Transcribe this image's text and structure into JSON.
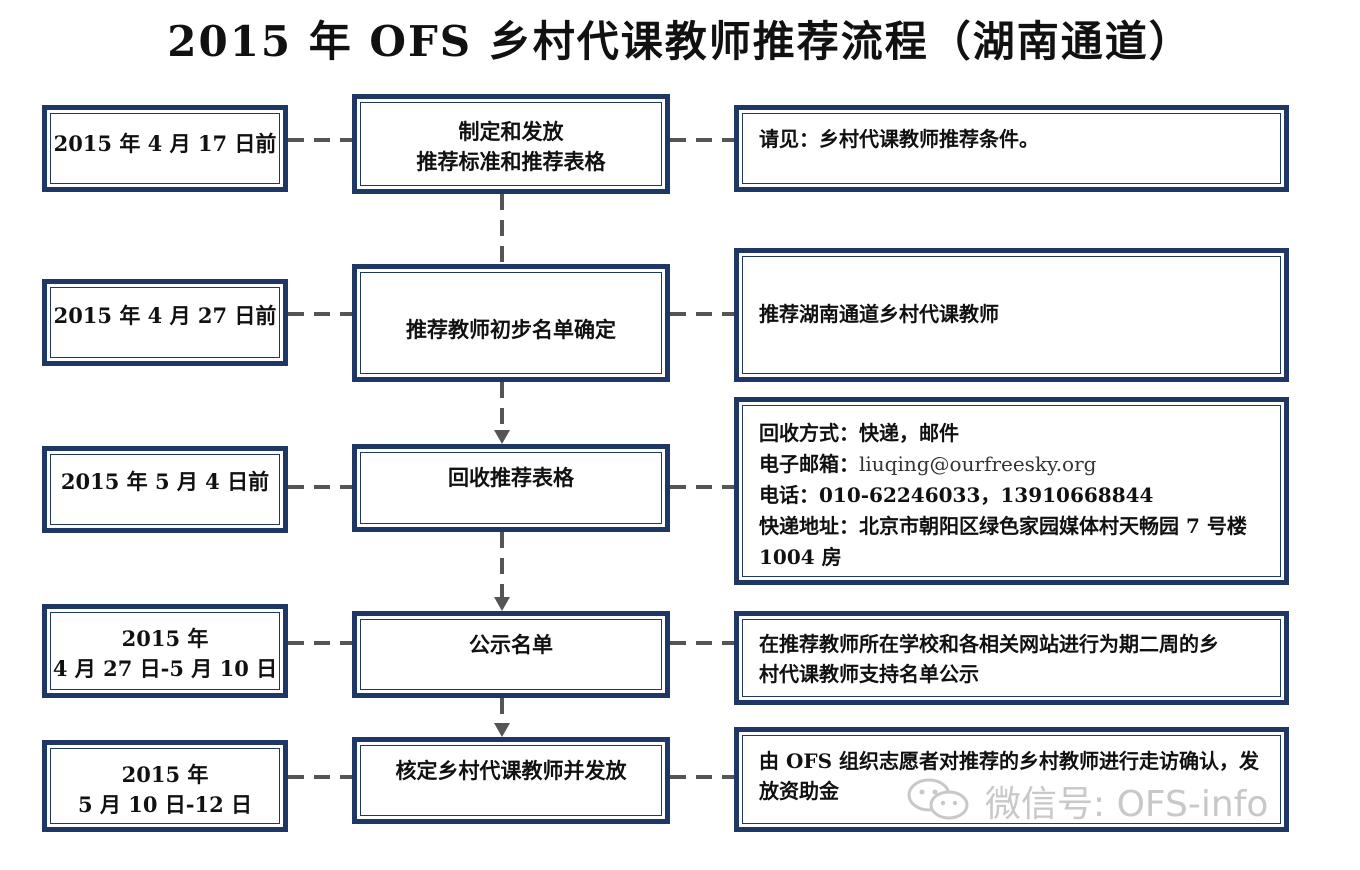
{
  "title": "2015 年 OFS 乡村代课教师推荐流程（湖南通道）",
  "rows": [
    {
      "date_lines": [
        "2015 年 4 月 17 日前"
      ],
      "step_lines": [
        "制定和发放",
        "推荐标准和推荐表格"
      ],
      "note_lines": [
        "请见：乡村代课教师推荐条件。"
      ]
    },
    {
      "date_lines": [
        "2015 年 4 月 27 日前"
      ],
      "step_lines": [
        "推荐教师初步名单确定"
      ],
      "note_lines": [
        "推荐湖南通道乡村代课教师"
      ]
    },
    {
      "date_lines": [
        "2015 年 5 月 4 日前"
      ],
      "step_lines": [
        "回收推荐表格"
      ],
      "note_lines": [
        "回收方式：快递，邮件",
        "电子邮箱：",
        "电话：010-62246033，13910668844",
        "快递地址：北京市朝阳区绿色家园媒体村天畅园 7 号楼",
        "1004 房"
      ],
      "email": "liuqing@ourfreesky.org"
    },
    {
      "date_lines": [
        "2015 年",
        "4 月 27 日-5 月 10 日"
      ],
      "step_lines": [
        "公示名单"
      ],
      "note_lines": [
        "在推荐教师所在学校和各相关网站进行为期二周的乡",
        "村代课教师支持名单公示"
      ]
    },
    {
      "date_lines": [
        "2015 年",
        "5 月 10 日-12 日"
      ],
      "step_lines": [
        "核定乡村代课教师并发放"
      ],
      "note_lines": [
        "由 OFS 组织志愿者对推荐的乡村教师进行走访确认，发",
        "放资助金"
      ]
    }
  ],
  "watermark": {
    "text": "微信号: OFS-info",
    "icon": "wechat-icon"
  },
  "colors": {
    "border": "#1f3764",
    "connector": "#555555",
    "watermark": "#c8c8c8"
  }
}
